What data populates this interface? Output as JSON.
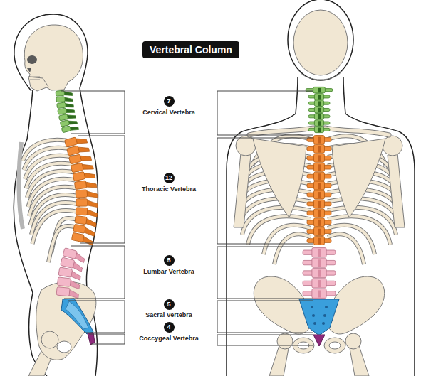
{
  "diagram": {
    "title": "Vertebral Column",
    "nodes": [
      {
        "text": [
          "7"
        ]
      },
      {
        "text": [
          "12"
        ]
      },
      {
        "text": [
          "5"
        ]
      },
      {
        "text": [
          "5"
        ]
      },
      {
        "text": [
          "4"
        ]
      }
    ],
    "labels": [
      "Cervical Vertebra",
      "Thoracic Vertebra",
      "Lumbar Vertebra",
      "Sacral Vertebra",
      "Coccygeal Vertebra"
    ]
  }
}
